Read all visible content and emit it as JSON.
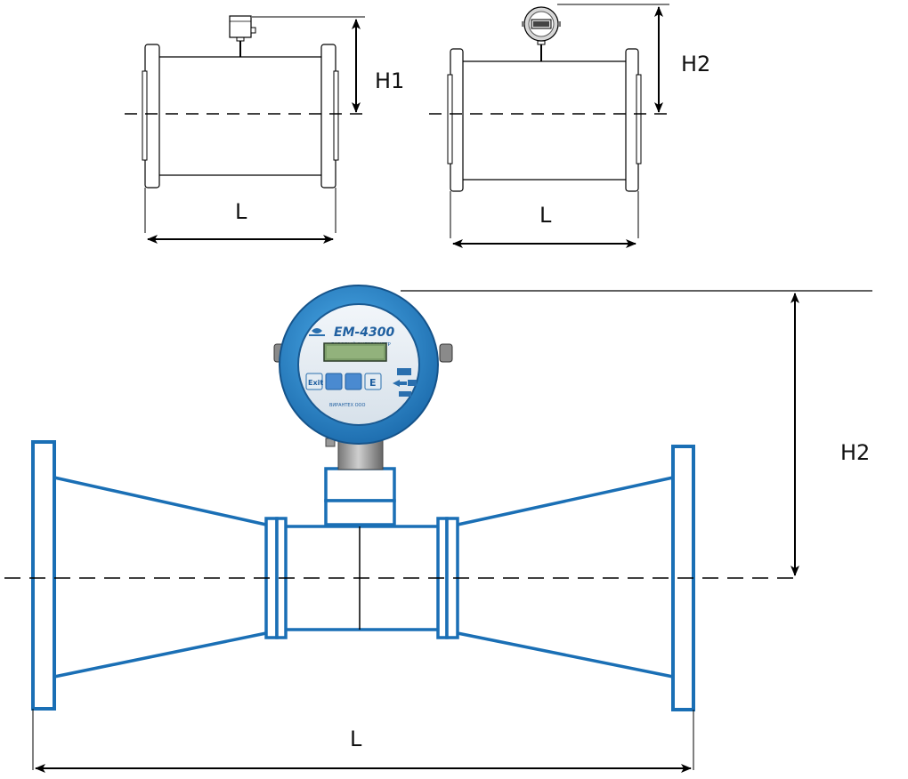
{
  "diagram1": {
    "height_label": "H1",
    "length_label": "L"
  },
  "diagram2": {
    "height_label": "H2",
    "length_label": "L"
  },
  "diagram3": {
    "height_label": "H2",
    "length_label": "L"
  },
  "device": {
    "model": "EM-4300",
    "subtitle": "ГАЗОВЫЙ ЭНЕРГОМЕТР",
    "button_exit": "Exit",
    "button_enter": "E",
    "footer_text": "ВИРАНТЕХ  ООО"
  },
  "colors": {
    "pipe_blue": "#1a6fb5",
    "device_blue": "#2f8fd4",
    "line": "#000000"
  },
  "icons": [
    "small-transmitter-icon",
    "round-display-icon",
    "arrow-icon"
  ]
}
